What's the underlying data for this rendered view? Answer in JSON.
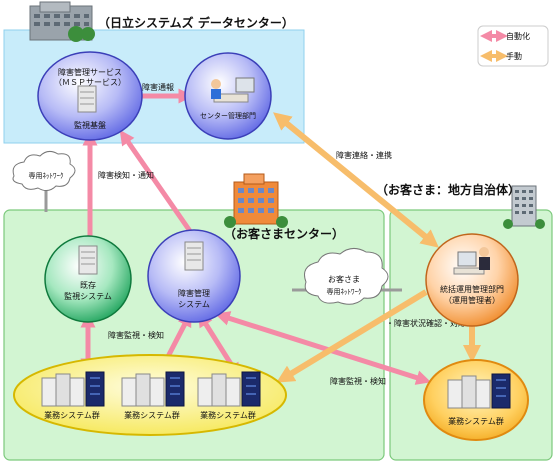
{
  "titles": {
    "hitachi_center": "（日立システムズ データセンター）",
    "customer_center": "（お客さまセンター）",
    "local_gov": "（お客さま：地方自治体）"
  },
  "legend": {
    "auto": "自動化",
    "manual": "手動",
    "colors": {
      "auto": "#f48aa6",
      "manual": "#f7bd6b"
    }
  },
  "nodes": {
    "msp": {
      "line1": "障害管理サービス",
      "line2": "（ＭＳＰサービス）",
      "line3": "監視基盤"
    },
    "center_mgmt": {
      "label": "センター管理部門"
    },
    "network1": {
      "label": "専用ﾈｯﾄﾜｰｸ"
    },
    "existing": {
      "line1": "既存",
      "line2": "監視システム"
    },
    "fault_mgmt": {
      "line1": "障害管理",
      "line2": "システム"
    },
    "network2": {
      "line1": "お客さま",
      "line2": "専用ﾈｯﾄﾜｰｸ"
    },
    "unified_ops": {
      "line1": "統括運用管理部門",
      "line2": "（運用管理者）"
    },
    "biz_groups": [
      "業務システム群",
      "業務システム群",
      "業務システム群"
    ],
    "biz_right": "業務システム群"
  },
  "edges": {
    "fault_report": "障害通報",
    "detect_notify": "障害検知・通知",
    "contact": "障害連絡・連携",
    "monitor_detect": "障害監視・検知",
    "status_check": "・障害状況確認・対応",
    "monitor_detect2": "障害監視・検知"
  },
  "colors": {
    "top_region": "#c8ecfa",
    "green_region": "#d2f5d2",
    "green_border": "#7cc97c",
    "blue_circle": "#7a82ee",
    "green_circle": "#2fb36e",
    "orange_circle": "#f6a14a",
    "yellow_ellipse": "#f8ec6a"
  }
}
